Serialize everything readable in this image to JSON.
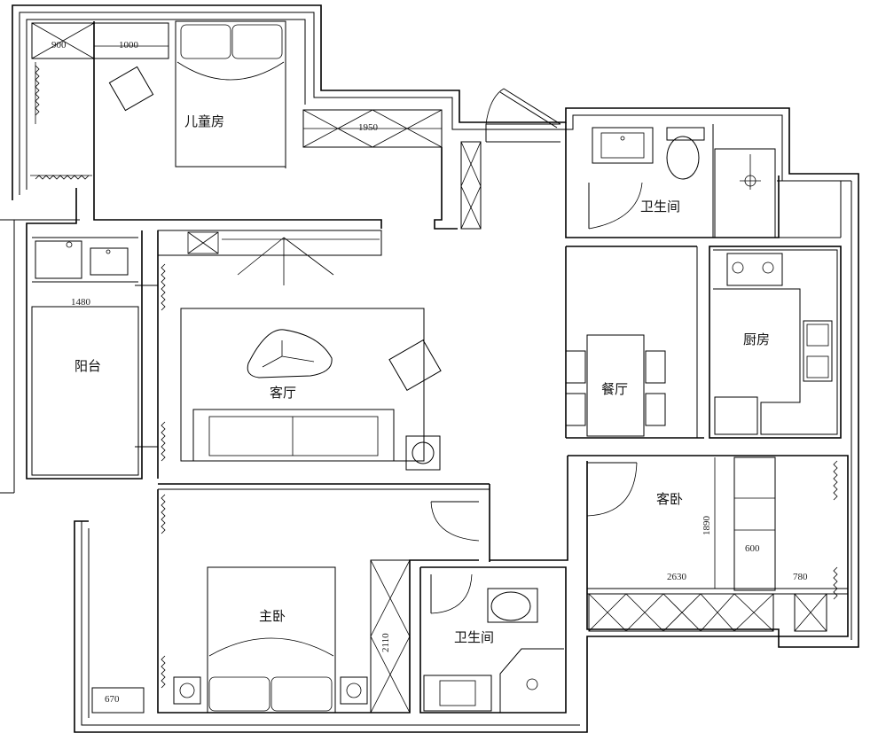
{
  "rooms": {
    "kids_room": "儿童房",
    "bathroom_top": "卫生间",
    "balcony": "阳台",
    "living_room": "客厅",
    "dining": "餐厅",
    "kitchen": "厨房",
    "guest_bedroom": "客卧",
    "master_bedroom": "主卧",
    "bathroom_bottom": "卫生间"
  },
  "dimensions": {
    "d900": "900",
    "d1000": "1000",
    "d1950": "1950",
    "d1480": "1480",
    "d1890": "1890",
    "d600": "600",
    "d2630": "2630",
    "d780": "780",
    "d2110": "2110",
    "d670": "670"
  }
}
